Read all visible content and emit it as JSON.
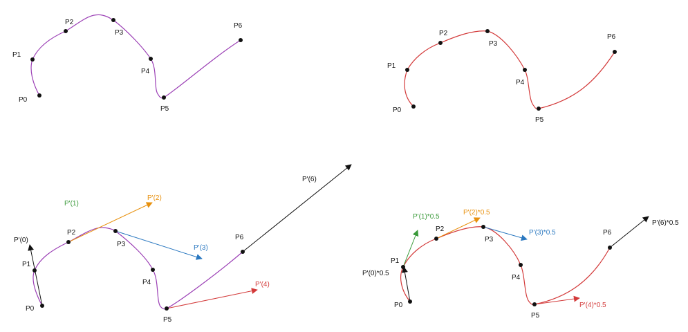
{
  "colors": {
    "purple": "#9b3fb5",
    "red": "#d33a3a",
    "black": "#111111",
    "green": "#3a9a3a",
    "orange": "#e8900c",
    "blue": "#2a78c0"
  },
  "panels": {
    "top_left": {
      "points": [
        "P0",
        "P1",
        "P2",
        "P3",
        "P4",
        "P5",
        "P6"
      ]
    },
    "top_right": {
      "points": [
        "P0",
        "P1",
        "P2",
        "P3",
        "P4",
        "P5",
        "P6"
      ]
    },
    "bottom_left": {
      "points": [
        "P0",
        "P1",
        "P2",
        "P3",
        "P4",
        "P5",
        "P6"
      ],
      "vectors": [
        "P'(0)",
        "P'(1)",
        "P'(2)",
        "P'(3)",
        "P'(4)",
        "P'(6)"
      ]
    },
    "bottom_right": {
      "points": [
        "P0",
        "P1",
        "P2",
        "P3",
        "P4",
        "P5",
        "P6"
      ],
      "vectors": [
        "P'(0)*0.5",
        "P'(1)*0.5",
        "P'(2)*0.5",
        "P'(3)*0.5",
        "P'(4)*0.5",
        "P'(6)*0.5"
      ]
    }
  }
}
